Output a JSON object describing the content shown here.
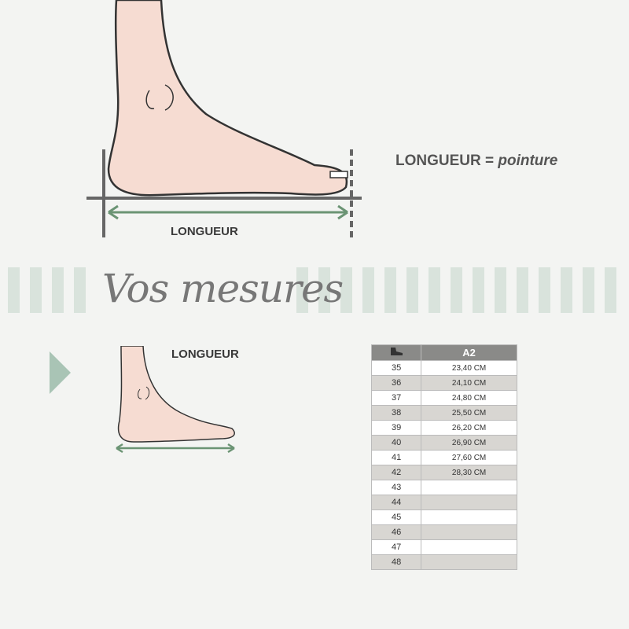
{
  "top_diagram": {
    "length_label": "LONGUEUR",
    "equation_prefix": "LONGUEUR = ",
    "equation_italic": "pointure"
  },
  "banner": {
    "title": "Vos mesures"
  },
  "small_diagram": {
    "length_label": "LONGUEUR"
  },
  "size_table": {
    "header_icon": "shoe-icon",
    "column_header": "A2",
    "rows": [
      {
        "size": "35",
        "length": "23,40 CM"
      },
      {
        "size": "36",
        "length": "24,10 CM"
      },
      {
        "size": "37",
        "length": "24,80 CM"
      },
      {
        "size": "38",
        "length": "25,50 CM"
      },
      {
        "size": "39",
        "length": "26,20 CM"
      },
      {
        "size": "40",
        "length": "26,90 CM"
      },
      {
        "size": "41",
        "length": "27,60 CM"
      },
      {
        "size": "42",
        "length": "28,30 CM"
      },
      {
        "size": "43",
        "length": ""
      },
      {
        "size": "44",
        "length": ""
      },
      {
        "size": "45",
        "length": ""
      },
      {
        "size": "46",
        "length": ""
      },
      {
        "size": "47",
        "length": ""
      },
      {
        "size": "48",
        "length": ""
      }
    ]
  },
  "colors": {
    "green": "#6b9474",
    "stripe": "#d9e3dc",
    "header": "#8a8a88"
  }
}
